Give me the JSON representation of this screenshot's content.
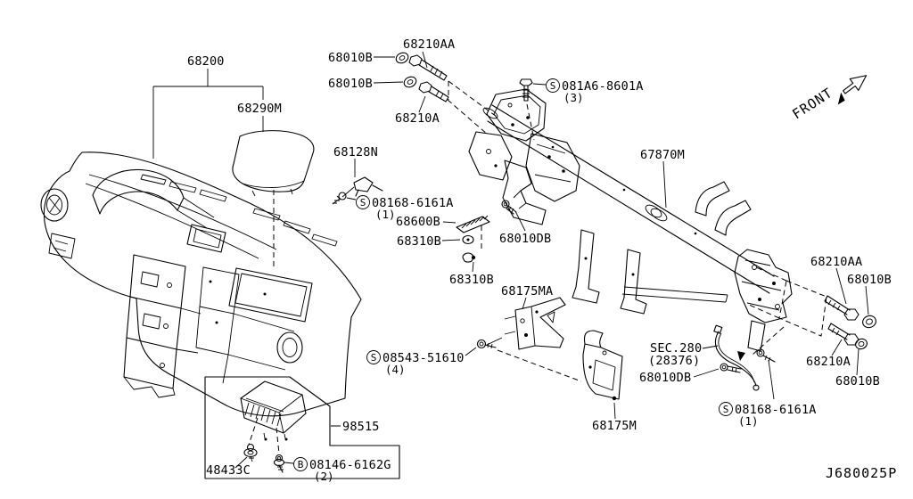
{
  "background": "#ffffff",
  "ink": "#000000",
  "drawing_code": "J680025P",
  "front_arrow": {
    "label": "FRONT"
  },
  "callouts": [
    {
      "name": "instrument-panel-assy",
      "text": "68200"
    },
    {
      "name": "pad-instrument",
      "text": "68290M"
    },
    {
      "name": "bolt-left-upper",
      "text": "68210AA"
    },
    {
      "name": "washer-left-upper",
      "text": "68010B"
    },
    {
      "name": "washer-left-lower",
      "text": "68010B"
    },
    {
      "name": "bolt-left-lower",
      "text": "68210A"
    },
    {
      "name": "screw-top-center",
      "prefix": "S",
      "text": "081A6-8601A",
      "qty": "(3)"
    },
    {
      "name": "bracket-clip",
      "text": "68128N"
    },
    {
      "name": "screw-left",
      "prefix": "S",
      "text": "08168-6161A",
      "qty": "(1)"
    },
    {
      "name": "seal-strip",
      "text": "68600B"
    },
    {
      "name": "grommet-upper",
      "text": "68310B"
    },
    {
      "name": "bolt-center-upper",
      "text": "68010DB"
    },
    {
      "name": "grommet-lower",
      "text": "68310B"
    },
    {
      "name": "steering-member",
      "text": "67870M"
    },
    {
      "name": "bracket-center-a",
      "text": "68175MA"
    },
    {
      "name": "screw-center",
      "prefix": "S",
      "text": "08543-51610",
      "qty": "(4)"
    },
    {
      "name": "sec-reference",
      "text": "SEC.280",
      "sub": "(28376)"
    },
    {
      "name": "bolt-harness",
      "text": "68010DB"
    },
    {
      "name": "screw-right",
      "prefix": "S",
      "text": "08168-6161A",
      "qty": "(1)"
    },
    {
      "name": "bracket-center-b",
      "text": "68175M"
    },
    {
      "name": "bolt-right-upper",
      "text": "68210AA"
    },
    {
      "name": "washer-right-upper",
      "text": "68010B"
    },
    {
      "name": "bolt-right-lower",
      "text": "68210A"
    },
    {
      "name": "washer-right-lower",
      "text": "68010B"
    },
    {
      "name": "air-bag-module",
      "text": "98515"
    },
    {
      "name": "screw-airbag-a",
      "text": "48433C"
    },
    {
      "name": "bolt-airbag-b",
      "prefix": "B",
      "text": "08146-6162G",
      "qty": "(2)"
    }
  ]
}
